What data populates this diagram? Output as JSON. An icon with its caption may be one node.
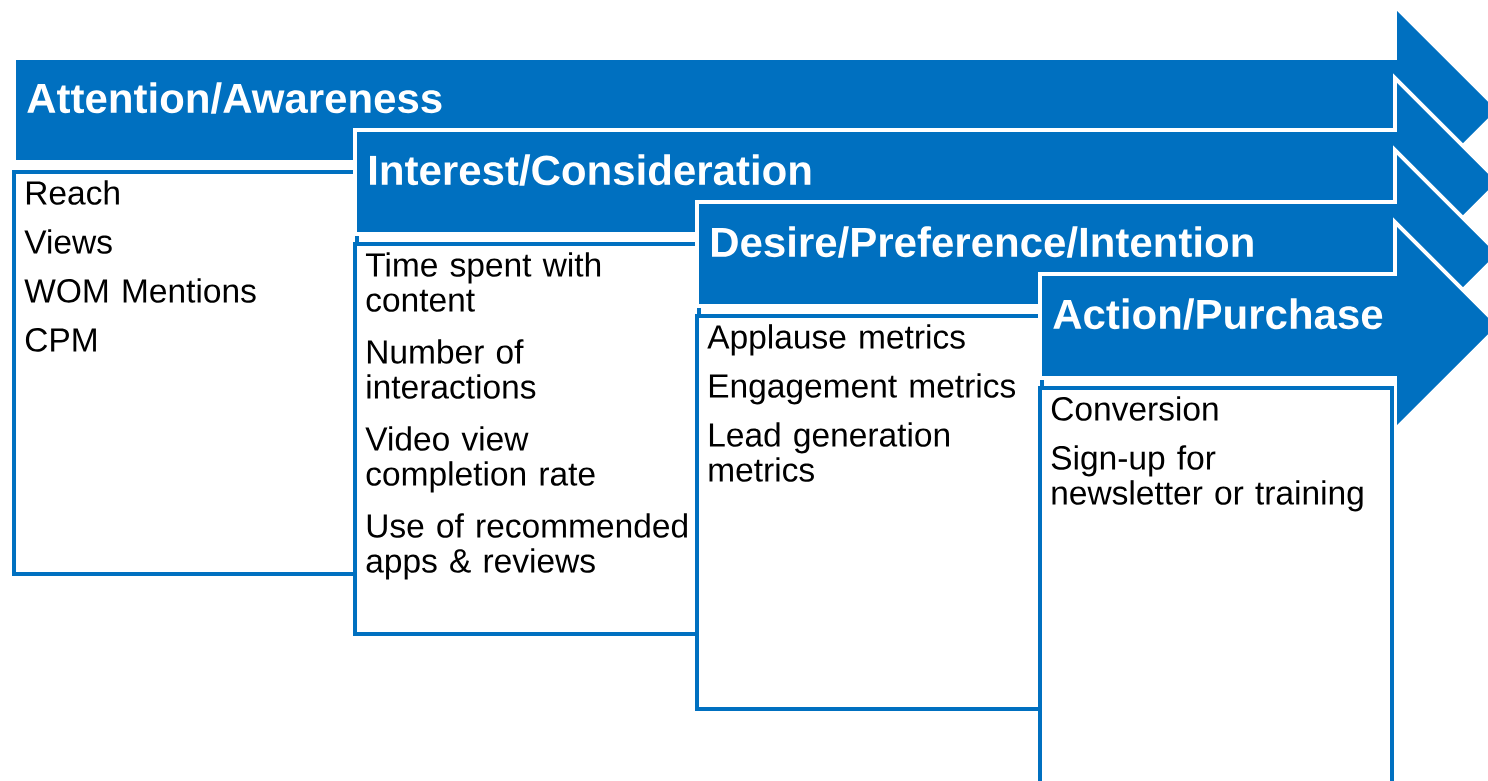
{
  "diagram": {
    "nodes": [
      {
        "text": [
          "Attention/Awareness"
        ]
      },
      {
        "text": [
          "Reach",
          "Views",
          "WOM Mentions",
          "CPM"
        ]
      },
      {
        "text": [
          "Interest/Consideration"
        ]
      },
      {
        "text": [
          "Time spent with content",
          "Number of interactions",
          "Video view completion rate",
          "Use of recommended apps & reviews"
        ]
      },
      {
        "text": [
          "Desire/Preference/Intention"
        ]
      },
      {
        "text": [
          "Applause metrics",
          "Engagement metrics",
          "Lead generation metrics"
        ]
      },
      {
        "text": [
          "Action/Purchase"
        ]
      },
      {
        "text": [
          "Conversion",
          "Sign-up for newsletter or training"
        ]
      }
    ]
  }
}
